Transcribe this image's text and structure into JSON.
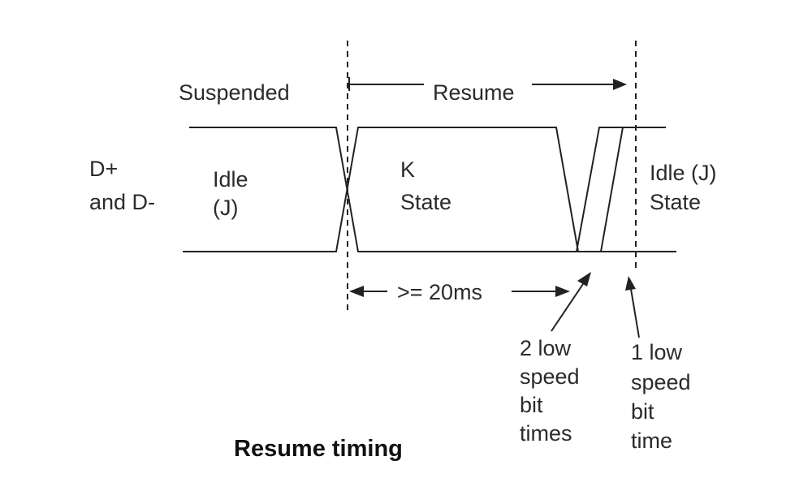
{
  "labels": {
    "suspended": "Suspended",
    "resume": "Resume",
    "signal_line1": "D+",
    "signal_line2": "and D-",
    "idle_j_line1": "Idle",
    "idle_j_line2": "(J)",
    "k_state_line1": "K",
    "k_state_line2": "State",
    "idle_j_state_line1": "Idle (J)",
    "idle_j_state_line2": "State",
    "duration": ">= 20ms",
    "two_low_line1": "2 low",
    "two_low_line2": "speed",
    "two_low_line3": "bit",
    "two_low_line4": "times",
    "one_low_line1": "1 low",
    "one_low_line2": "speed",
    "one_low_line3": "bit",
    "one_low_line4": "time"
  },
  "caption": "Resume timing",
  "colors": {
    "stroke": "#222222",
    "text": "#2b2b2b",
    "background": "#ffffff"
  }
}
